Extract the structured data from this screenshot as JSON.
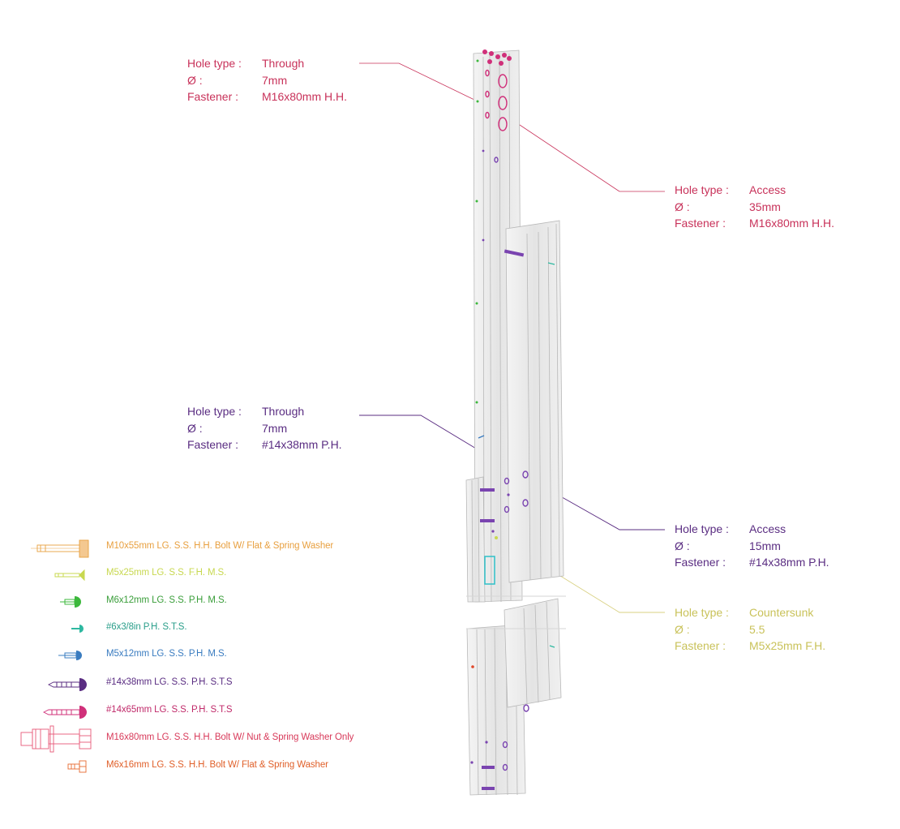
{
  "callouts": [
    {
      "id": "c1",
      "hole_type_label": "Hole type :",
      "hole_type": "Through",
      "dia_label": "Ø :",
      "dia": "7mm",
      "fastener_label": "Fastener :",
      "fastener": "M16x80mm H.H.",
      "color": "#c8325a"
    },
    {
      "id": "c2",
      "hole_type_label": "Hole type :",
      "hole_type": "Access",
      "dia_label": "Ø :",
      "dia": "35mm",
      "fastener_label": "Fastener :",
      "fastener": "M16x80mm H.H.",
      "color": "#c8325a"
    },
    {
      "id": "c3",
      "hole_type_label": "Hole type :",
      "hole_type": "Through",
      "dia_label": "Ø :",
      "dia": "7mm",
      "fastener_label": "Fastener :",
      "fastener": "#14x38mm P.H.",
      "color": "#5a2d82"
    },
    {
      "id": "c4",
      "hole_type_label": "Hole type :",
      "hole_type": "Access",
      "dia_label": "Ø :",
      "dia": "15mm",
      "fastener_label": "Fastener :",
      "fastener": "#14x38mm P.H.",
      "color": "#5a2d82"
    },
    {
      "id": "c5",
      "hole_type_label": "Hole type :",
      "hole_type": "Countersunk",
      "dia_label": "Ø :",
      "dia": "5.5",
      "fastener_label": "Fastener :",
      "fastener": "M5x25mm F.H.",
      "color": "#c9c25a"
    }
  ],
  "legend": [
    {
      "label": "M10x55mm LG. S.S. H.H. Bolt W/ Flat & Spring Washer",
      "color": "#e8a040",
      "icon": "hex-bolt-icon"
    },
    {
      "label": "M5x25mm LG. S.S. F.H. M.S.",
      "color": "#c8d850",
      "icon": "flat-head-screw-icon"
    },
    {
      "label": "M6x12mm LG. S.S. P.H. M.S.",
      "color": "#3cb83c",
      "icon": "pan-head-screw-icon"
    },
    {
      "label": "#6x3/8in P.H. S.T.S.",
      "color": "#2eb8a0",
      "icon": "small-screw-icon"
    },
    {
      "label": "M5x12mm LG. S.S. P.H. M.S.",
      "color": "#3a7cc0",
      "icon": "pan-head-screw-icon"
    },
    {
      "label": "#14x38mm LG. S.S. P.H. S.T.S",
      "color": "#5a2d82",
      "icon": "self-tapping-screw-icon"
    },
    {
      "label": "#14x65mm LG. S.S. P.H. S.T.S",
      "color": "#d0307a",
      "icon": "self-tapping-screw-icon"
    },
    {
      "label": "M16x80mm LG. S.S. H.H. Bolt W/ Nut & Spring Washer Only",
      "color": "#e85878",
      "icon": "bolt-nut-icon"
    },
    {
      "label": "M6x16mm LG. S.S. H.H. Bolt W/ Flat & Spring Washer",
      "color": "#e86a30",
      "icon": "hex-bolt-icon"
    }
  ]
}
